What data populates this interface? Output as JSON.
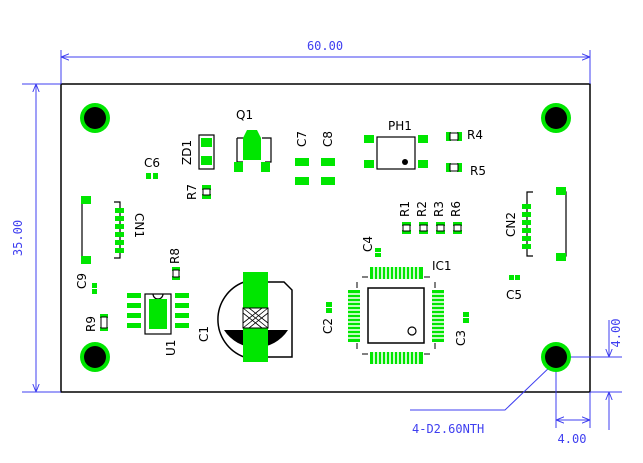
{
  "dimensions": {
    "width": "60.00",
    "height": "35.00",
    "hole_offset_x": "4.00",
    "hole_offset_y": "4.00",
    "hole_note": "4-D2.60NTH"
  },
  "colors": {
    "dimension_line": "#3f3ff0",
    "pad": "#00e600",
    "outline": "#000000",
    "board": "#ffffff"
  },
  "designators": {
    "Q1": "Q1",
    "PH1": "PH1",
    "R4": "R4",
    "R5": "R5",
    "C6": "C6",
    "ZD1": "ZD1",
    "C7": "C7",
    "C8": "C8",
    "R7": "R7",
    "CN1": "CN1",
    "CN2": "CN2",
    "R1": "R1",
    "R2": "R2",
    "R3": "R3",
    "R6": "R6",
    "C4": "C4",
    "IC1": "IC1",
    "R8": "R8",
    "C9": "C9",
    "C5": "C5",
    "R9": "R9",
    "U1": "U1",
    "C1": "C1",
    "C2": "C2",
    "C3": "C3"
  }
}
